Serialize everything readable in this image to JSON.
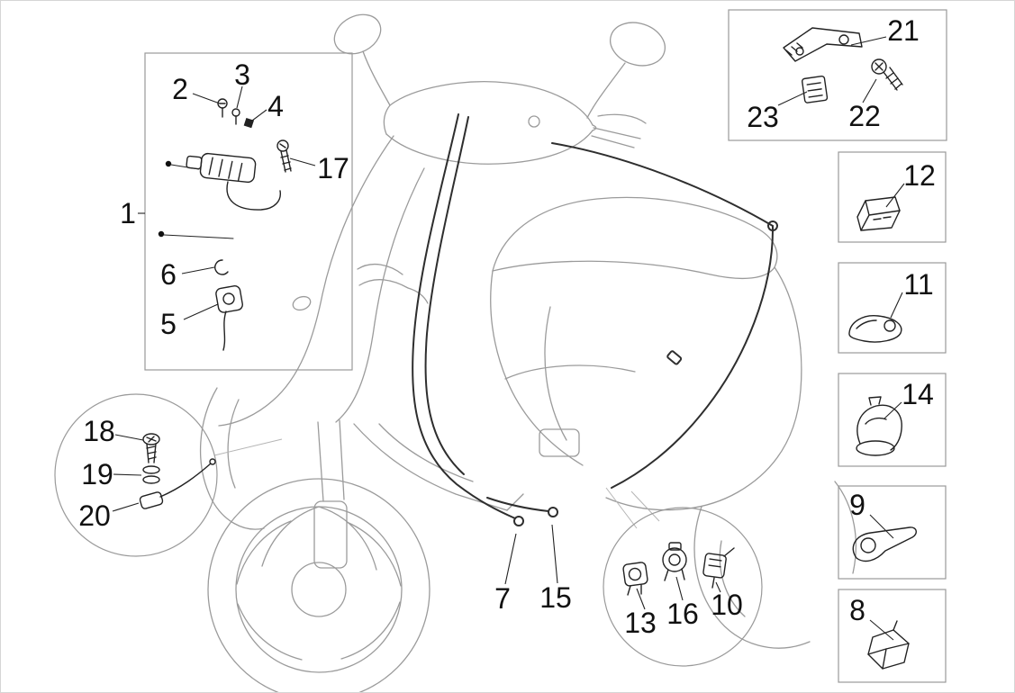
{
  "diagram": {
    "title": "Scooter electrical components exploded parts diagram",
    "background_color": "#ffffff",
    "vehicle_outline_color": "#9b9b9b",
    "part_ink_color": "#222222",
    "label_color": "#111111",
    "callouts": [
      "1",
      "2",
      "3",
      "4",
      "5",
      "6",
      "7",
      "8",
      "9",
      "10",
      "11",
      "12",
      "13",
      "14",
      "15",
      "16",
      "17",
      "18",
      "19",
      "20",
      "21",
      "22",
      "23"
    ],
    "groups": [
      {
        "name": "switch-assembly-detail-box",
        "parts": [
          "1",
          "2",
          "3",
          "4",
          "17",
          "6",
          "5"
        ]
      },
      {
        "name": "front-fastener-detail-bubble",
        "parts": [
          "18",
          "19",
          "20"
        ]
      },
      {
        "name": "cable-clamp-detail-bubble",
        "parts": [
          "13",
          "16",
          "10"
        ]
      },
      {
        "name": "bracket-detail-box",
        "parts": [
          "21",
          "22",
          "23"
        ]
      },
      {
        "name": "single-part-boxes",
        "parts": [
          "12",
          "11",
          "14",
          "9",
          "8"
        ]
      },
      {
        "name": "on-vehicle-cable-ends",
        "parts": [
          "7",
          "15"
        ]
      }
    ]
  }
}
